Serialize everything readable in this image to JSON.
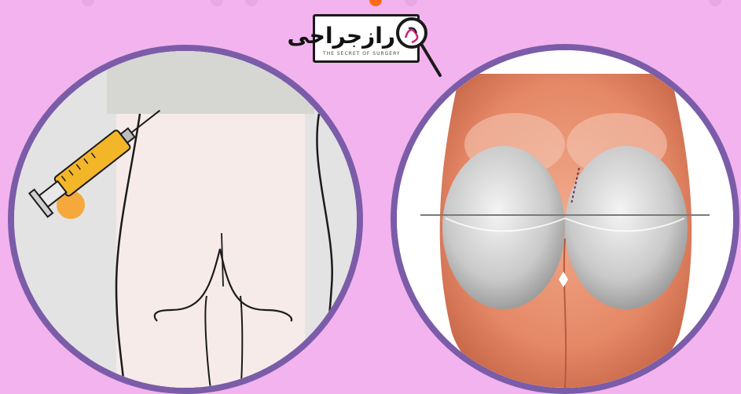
{
  "logo": {
    "text": "رازجراحی",
    "subtitle": "THE SECRET OF SURGERY"
  },
  "colors": {
    "background": "#f3b3ee",
    "circle_border": "#7b5ca8",
    "accent_orange": "#ff6b1a",
    "syringe_yellow": "#f3b629"
  },
  "illustrations": {
    "left": "injection-diagram",
    "right": "implant-anatomy"
  }
}
